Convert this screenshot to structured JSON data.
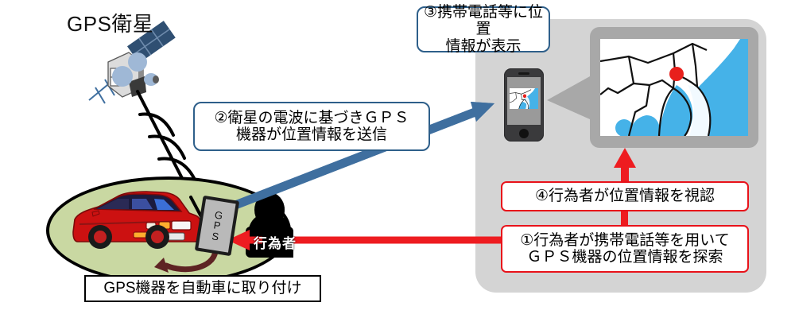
{
  "diagram": {
    "title": "GPS衛星",
    "steps": {
      "step1": "①行為者が携帯電話等を用いて\nＧＰＳ機器の位置情報を探索",
      "step2": "②衛星の電波に基づきＧＰＳ\n機器が位置情報を送信",
      "step3": "③携帯電話等に位置\n情報が表示",
      "step4": "④行為者が位置情報を視認"
    },
    "attach_caption": "GPS機器を自動車に取り付け",
    "actor_label": "行為者",
    "device_label": "G\nP\nS",
    "colors": {
      "blue_border": "#2e5f8a",
      "blue_arrow": "#3f6f9f",
      "red": "#e8121a",
      "panel_gray": "#d4d4d4",
      "scene_green": "#c9d8a2",
      "map_sea": "#45b2e8",
      "marker_red": "#e8201c",
      "car_red": "#cc1111",
      "satellite_panel": "#2f4f72"
    }
  }
}
